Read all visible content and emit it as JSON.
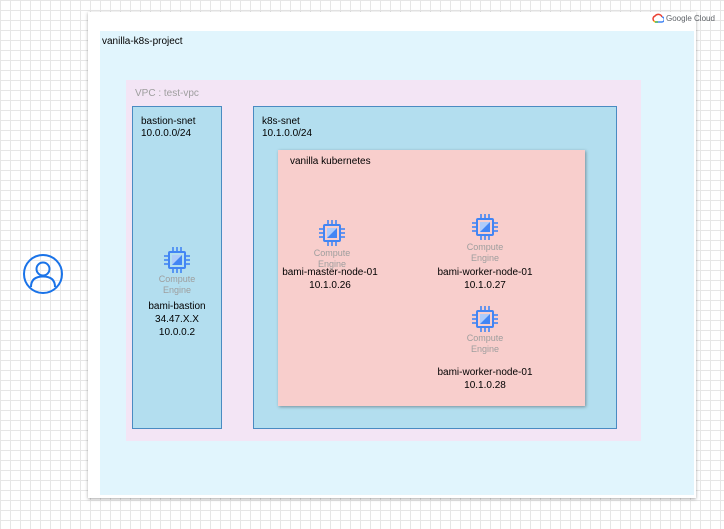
{
  "brand": {
    "logo_text": "Google Cloud"
  },
  "project": {
    "label": "vanilla-k8s-project"
  },
  "vpc": {
    "label": "VPC : test-vpc"
  },
  "subnets": {
    "bastion": {
      "name": "bastion-snet",
      "cidr": "10.0.0.0/24"
    },
    "k8s": {
      "name": "k8s-snet",
      "cidr": "10.1.0.0/24"
    }
  },
  "cluster": {
    "label": "vanilla kubernetes"
  },
  "service_label": {
    "line1": "Compute",
    "line2": "Engine"
  },
  "nodes": [
    {
      "name": "bami-bastion",
      "ip_public": "34.47.X.X",
      "ip": "10.0.0.2"
    },
    {
      "name": "bami-master-node-01",
      "ip": "10.1.0.26"
    },
    {
      "name": "bami-worker-node-01",
      "ip": "10.1.0.27"
    },
    {
      "name": "bami-worker-node-01",
      "ip": "10.1.0.28"
    }
  ],
  "colors": {
    "project_bg": "#e1f5fd",
    "vpc_bg": "#f3e5f5",
    "subnet_bg": "#b3deef",
    "cluster_bg": "#f8cecc",
    "icon_blue": "#4285f4",
    "user_icon": "#1a73e8"
  },
  "icons": {
    "compute": "compute-engine-icon",
    "user": "user-icon",
    "logo": "google-cloud-logo"
  }
}
